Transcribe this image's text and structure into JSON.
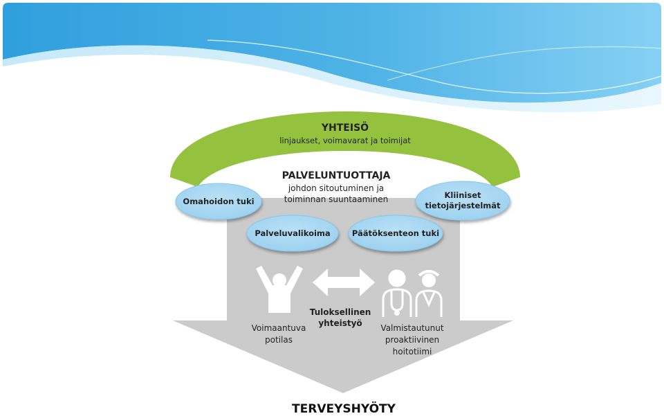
{
  "community": {
    "title": "YHTEISÖ",
    "subtitle": "linjaukset, voimavarat ja toimijat"
  },
  "provider": {
    "title": "PALVELUNTUOTTAJA",
    "lines": [
      "johdon sitoutuminen ja",
      "toiminnan suuntaaminen"
    ]
  },
  "components": {
    "self_care": "Omahoidon tuki",
    "clinical_line1": "Kliiniset",
    "clinical_line2": "tietojärjestelmät",
    "services": "Palveluvalikoima",
    "decision": "Päätöksenteon tuki"
  },
  "patient": {
    "lines": [
      "Voimaantuva",
      "potilas"
    ]
  },
  "collaboration": {
    "lines": [
      "Tuloksellinen",
      "yhteistyö"
    ]
  },
  "team": {
    "lines": [
      "Valmistautunut",
      "proaktiivinen",
      "hoitotiimi"
    ]
  },
  "outcome": "TERVEYSHYÖTY",
  "colors": {
    "green": "#94c23e",
    "oval": "#a9d7f2",
    "oval_stroke": "#7fc3ec",
    "arrow": "#cbcbcb",
    "banner": "#3fa9e0"
  }
}
